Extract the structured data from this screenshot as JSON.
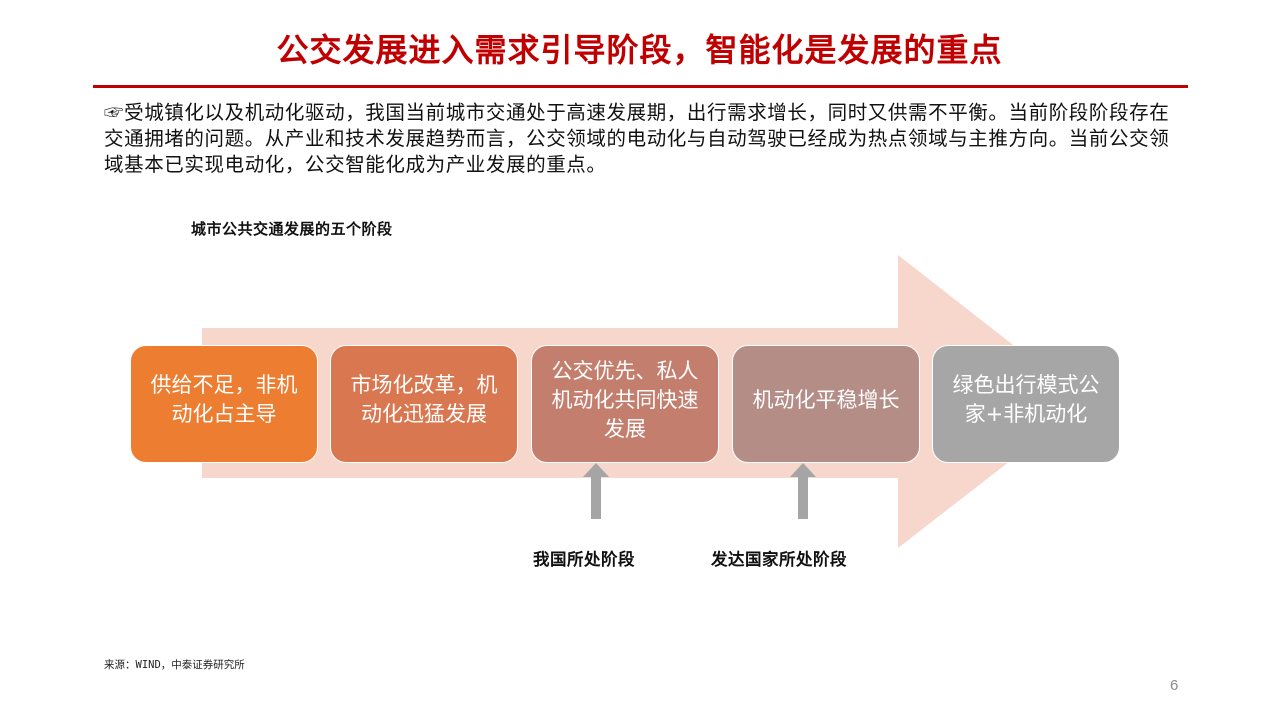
{
  "slide": {
    "title": "公交发展进入需求引导阶段，智能化是发展的重点",
    "intro_bullet_icon": "pointing-hand-icon",
    "intro_text": "☞受城镇化以及机动化驱动，我国当前城市交通处于高速发展期，出行需求增长，同时又供需不平衡。当前阶段阶段存在交通拥堵的问题。从产业和技术发展趋势而言，公交领域的电动化与自动驾驶已经成为热点领域与主推方向。当前公交领域基本已实现电动化，公交智能化成为产业发展的重点。",
    "diagram_caption": "城市公共交通发展的五个阶段",
    "source": "来源：WIND，中泰证券研究所",
    "page_number": "6"
  },
  "colors": {
    "title_red": "#c00000",
    "big_arrow": "#f7d6cc",
    "pointer_arrow": "#a5a5a5"
  },
  "stages": [
    {
      "label": "供给不足，非机动化占主导",
      "color": "#ed7d31"
    },
    {
      "label": "市场化改革，机动化迅猛发展",
      "color": "#d97850"
    },
    {
      "label": "公交优先、私人机动化共同快速发展",
      "color": "#c47e6e"
    },
    {
      "label": "机动化平稳增长",
      "color": "#b38d86"
    },
    {
      "label": "绿色出行模式公家+非机动化",
      "color": "#a6a6a6"
    }
  ],
  "pointers": [
    {
      "label": "我国所处阶段",
      "stage_index": 2
    },
    {
      "label": "发达国家所处阶段",
      "stage_index": 3
    }
  ]
}
